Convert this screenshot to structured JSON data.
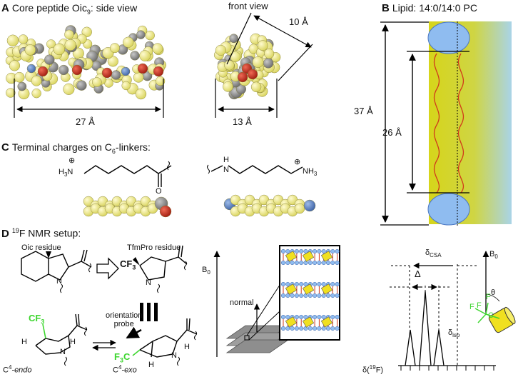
{
  "panelA": {
    "letter": "A",
    "title_main": "Core peptide Oic",
    "title_sub": "9",
    "title_tail": ": side view",
    "front_view": "front view",
    "dim_len": "27 Å",
    "dim_width": "13 Å",
    "dim_diag": "10 Å"
  },
  "panelB": {
    "letter": "B",
    "title": "Lipid: 14:0/14:0 PC",
    "dim_total": "37 Å",
    "dim_chain": "26 Å"
  },
  "panelC": {
    "letter": "C",
    "title_main": "Terminal charges on C",
    "title_sub": "6",
    "title_tail": "-linkers:",
    "left_amine": "H",
    "left_amine_sub": "3",
    "left_amine_n": "N",
    "carbonyl_o": "O",
    "right_h": "H",
    "right_n": "N",
    "right_nh": "NH",
    "right_nh_sub": "3",
    "plus": "⊕"
  },
  "panelD": {
    "letter": "D",
    "title_sup": "19",
    "title_tail": "F NMR setup:",
    "oic_label": "Oic residue",
    "tfm_label": "TfmPro residue",
    "cf3": "CF",
    "cf3_sub": "3",
    "n_atom": "N",
    "orientation_probe": "orientation\nprobe",
    "endo_prefix": "C",
    "endo_sup": "4",
    "endo_suffix": "-endo",
    "exo_prefix": "C",
    "exo_sup": "4",
    "exo_suffix": "-exo",
    "h_atom": "H",
    "f3c": "F",
    "f3c_sub": "3",
    "f3c_c": "C",
    "b0": "B",
    "b0_sub": "0",
    "normal": "normal",
    "delta_csa": "δ",
    "delta_csa_sub": "CSA",
    "delta_big": "Δ",
    "delta_iso": "δ",
    "delta_iso_sub": "iso",
    "axis_label_pre": "δ(",
    "axis_label_sup": "19",
    "axis_label_post": "F)",
    "b0_right": "B",
    "b0_right_sub": "0",
    "theta": "θ",
    "f_atom": "F",
    "c_atom": "C"
  },
  "colors": {
    "bead_yellow": "#f2ef8a",
    "bead_gray": "#8a8a8a",
    "bead_red": "#c0281b",
    "bead_blue": "#6a8fc8",
    "lipid_head": "#8fbcf0",
    "lipid_core": "#d6d51a",
    "lipid_edge": "#a9d4e8",
    "green": "#3dd62f",
    "chain_red": "#d13a1a"
  }
}
